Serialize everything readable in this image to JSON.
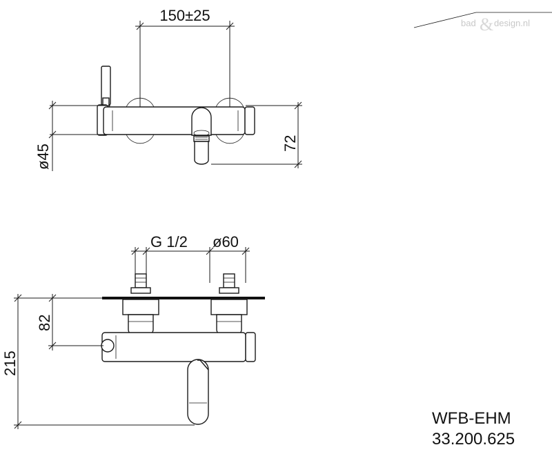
{
  "watermark": {
    "left": "bad",
    "amp": "&",
    "right": "design.nl"
  },
  "dimensions": {
    "spacing": "150±25",
    "diameter_top": "ø45",
    "projection": "72",
    "thread": "G 1/2",
    "rosette_diameter": "ø60",
    "wall_offset": "82",
    "total_height": "215"
  },
  "product": {
    "model": "WFB-EHM",
    "article_number": "33.200.625"
  }
}
